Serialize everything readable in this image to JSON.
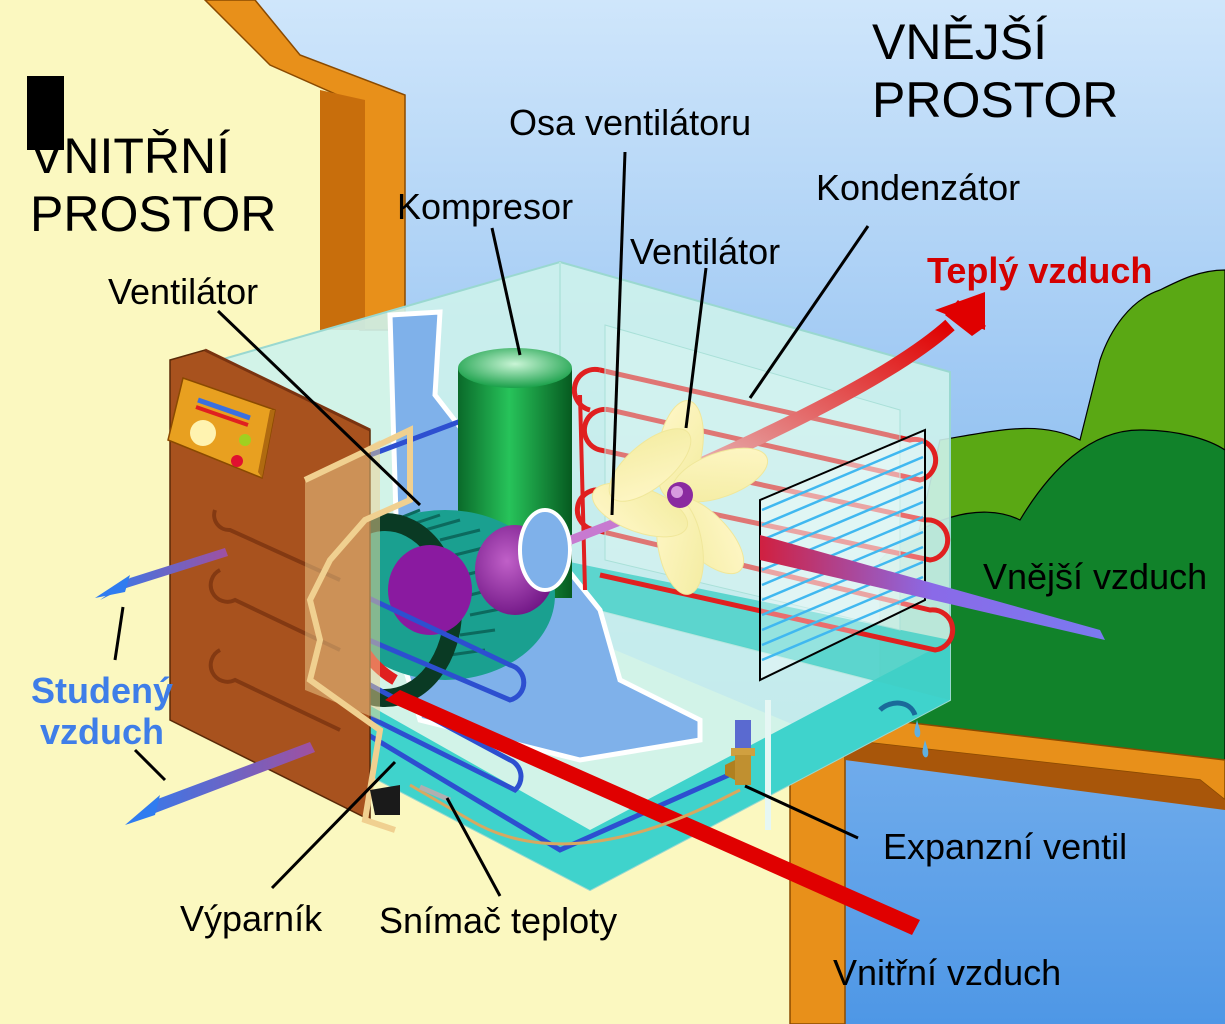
{
  "labels": {
    "outdoor_space": "VNĚJŠÍ\nPROSTOR",
    "indoor_space": "VNITŘNÍ\nPROSTOR",
    "fan_axis": "Osa ventilátoru",
    "compressor": "Kompresor",
    "condenser": "Kondenzátor",
    "fan_outdoor": "Ventilátor",
    "fan_indoor": "Ventilátor",
    "warm_air": "Teplý vzduch",
    "outside_air": "Vnější vzduch",
    "cold_air": "Studený\nvzduch",
    "expansion_valve": "Expanzní ventil",
    "evaporator": "Výparník",
    "temperature_sensor": "Snímač teploty",
    "inside_air": "Vnitřní vzduch"
  },
  "colors": {
    "indoor_background": "#fbf8c0",
    "sky": "#7fb7ee",
    "foliage": "#1f8a2a",
    "hot_pipe": "#e02020",
    "cold_pipe": "#2d4fd0",
    "warm_label": "#d40000",
    "cold_label": "#3f7ee8",
    "wall": "#e8901a",
    "compressor": "#10a040"
  }
}
